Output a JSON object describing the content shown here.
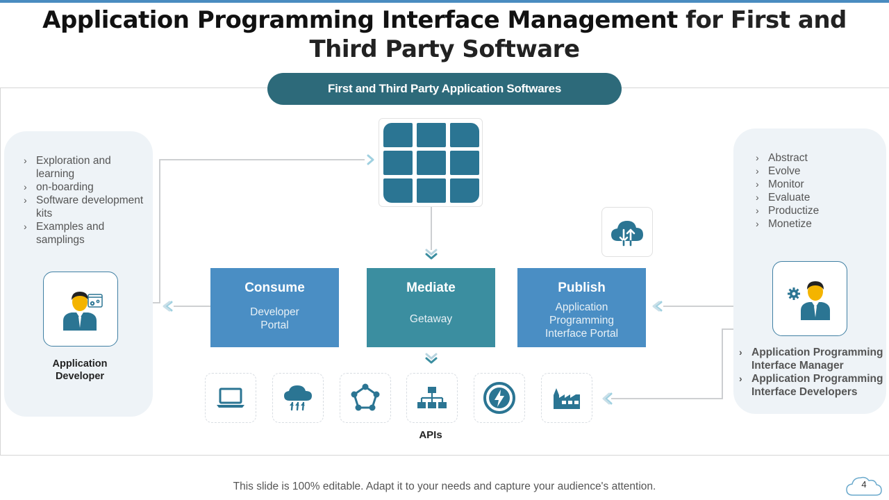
{
  "title": {
    "bold": "Application Programming Interface Management",
    "light": "for First and Third Party Software"
  },
  "header_pill": "First and Third Party Application Softwares",
  "left_panel": {
    "bullets": [
      "Exploration and learning",
      "on-boarding",
      "Software development kits",
      "Examples and samplings"
    ],
    "label": "Application Developer"
  },
  "right_panel": {
    "bullets": [
      "Abstract",
      "Evolve",
      "Monitor",
      "Evaluate",
      "Productize",
      "Monetize"
    ],
    "roles": [
      "Application Programming Interface Manager",
      "Application Programming Interface Developers"
    ]
  },
  "boxes": {
    "consume": {
      "title": "Consume",
      "sub": "Developer Portal"
    },
    "mediate": {
      "title": "Mediate",
      "sub": "Getaway"
    },
    "publish": {
      "title": "Publish",
      "sub": "Application Programming Interface Portal"
    }
  },
  "apis_label": "APIs",
  "api_icons": [
    "laptop-icon",
    "cloud-rain-icon",
    "network-pentagon-icon",
    "org-chart-icon",
    "lightning-icon",
    "factory-icon"
  ],
  "footer": "This slide is 100% editable. Adapt it to your needs and capture your audience's attention.",
  "page_number": "4",
  "colors": {
    "dark_teal": "#2d6a7a",
    "blue": "#4a8ec4",
    "teal": "#3b8ea0",
    "panel_bg": "#eef3f7",
    "icon": "#2b7593"
  }
}
